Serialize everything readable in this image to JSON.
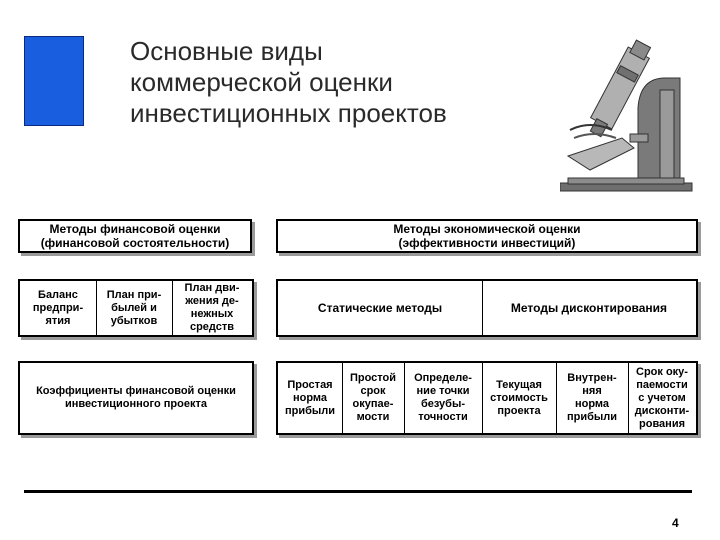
{
  "title": {
    "line1": "Основные виды",
    "line2": "коммерческой оценки",
    "line3": "инвестиционных проектов"
  },
  "colors": {
    "accent": "#1a5ee0",
    "frame": "#000000",
    "shadow": "#9a9a9a"
  },
  "decor": {
    "illustration": "microscope-icon"
  },
  "financial": {
    "header": [
      "Методы финансовой оценки",
      "(финансовой состоятельности)"
    ],
    "reports": [
      [
        "Баланс",
        "предпри-",
        "ятия"
      ],
      [
        "План при-",
        "былей и",
        "убытков"
      ],
      [
        "План дви-",
        "жения де-",
        "нежных",
        "средств"
      ]
    ],
    "coefficients": [
      "Коэффициенты финансовой оценки",
      "инвестиционного проекта"
    ]
  },
  "economic": {
    "header": [
      "Методы экономической оценки",
      "(эффективности инвестиций)"
    ],
    "static_label": "Статические методы",
    "discount_label": "Методы дисконтирования",
    "indicators": [
      [
        "Простая",
        "норма",
        "прибыли"
      ],
      [
        "Простой",
        "срок",
        "окупае-",
        "мости"
      ],
      [
        "Определе-",
        "ние точки",
        "безубы-",
        "точности"
      ],
      [
        "Текущая",
        "стоимость",
        "проекта"
      ],
      [
        "Внутрен-",
        "няя",
        "норма",
        "прибыли"
      ],
      [
        "Срок оку-",
        "паемости",
        "с учетом",
        "дисконти-",
        "рования"
      ]
    ]
  },
  "page_number": "4"
}
